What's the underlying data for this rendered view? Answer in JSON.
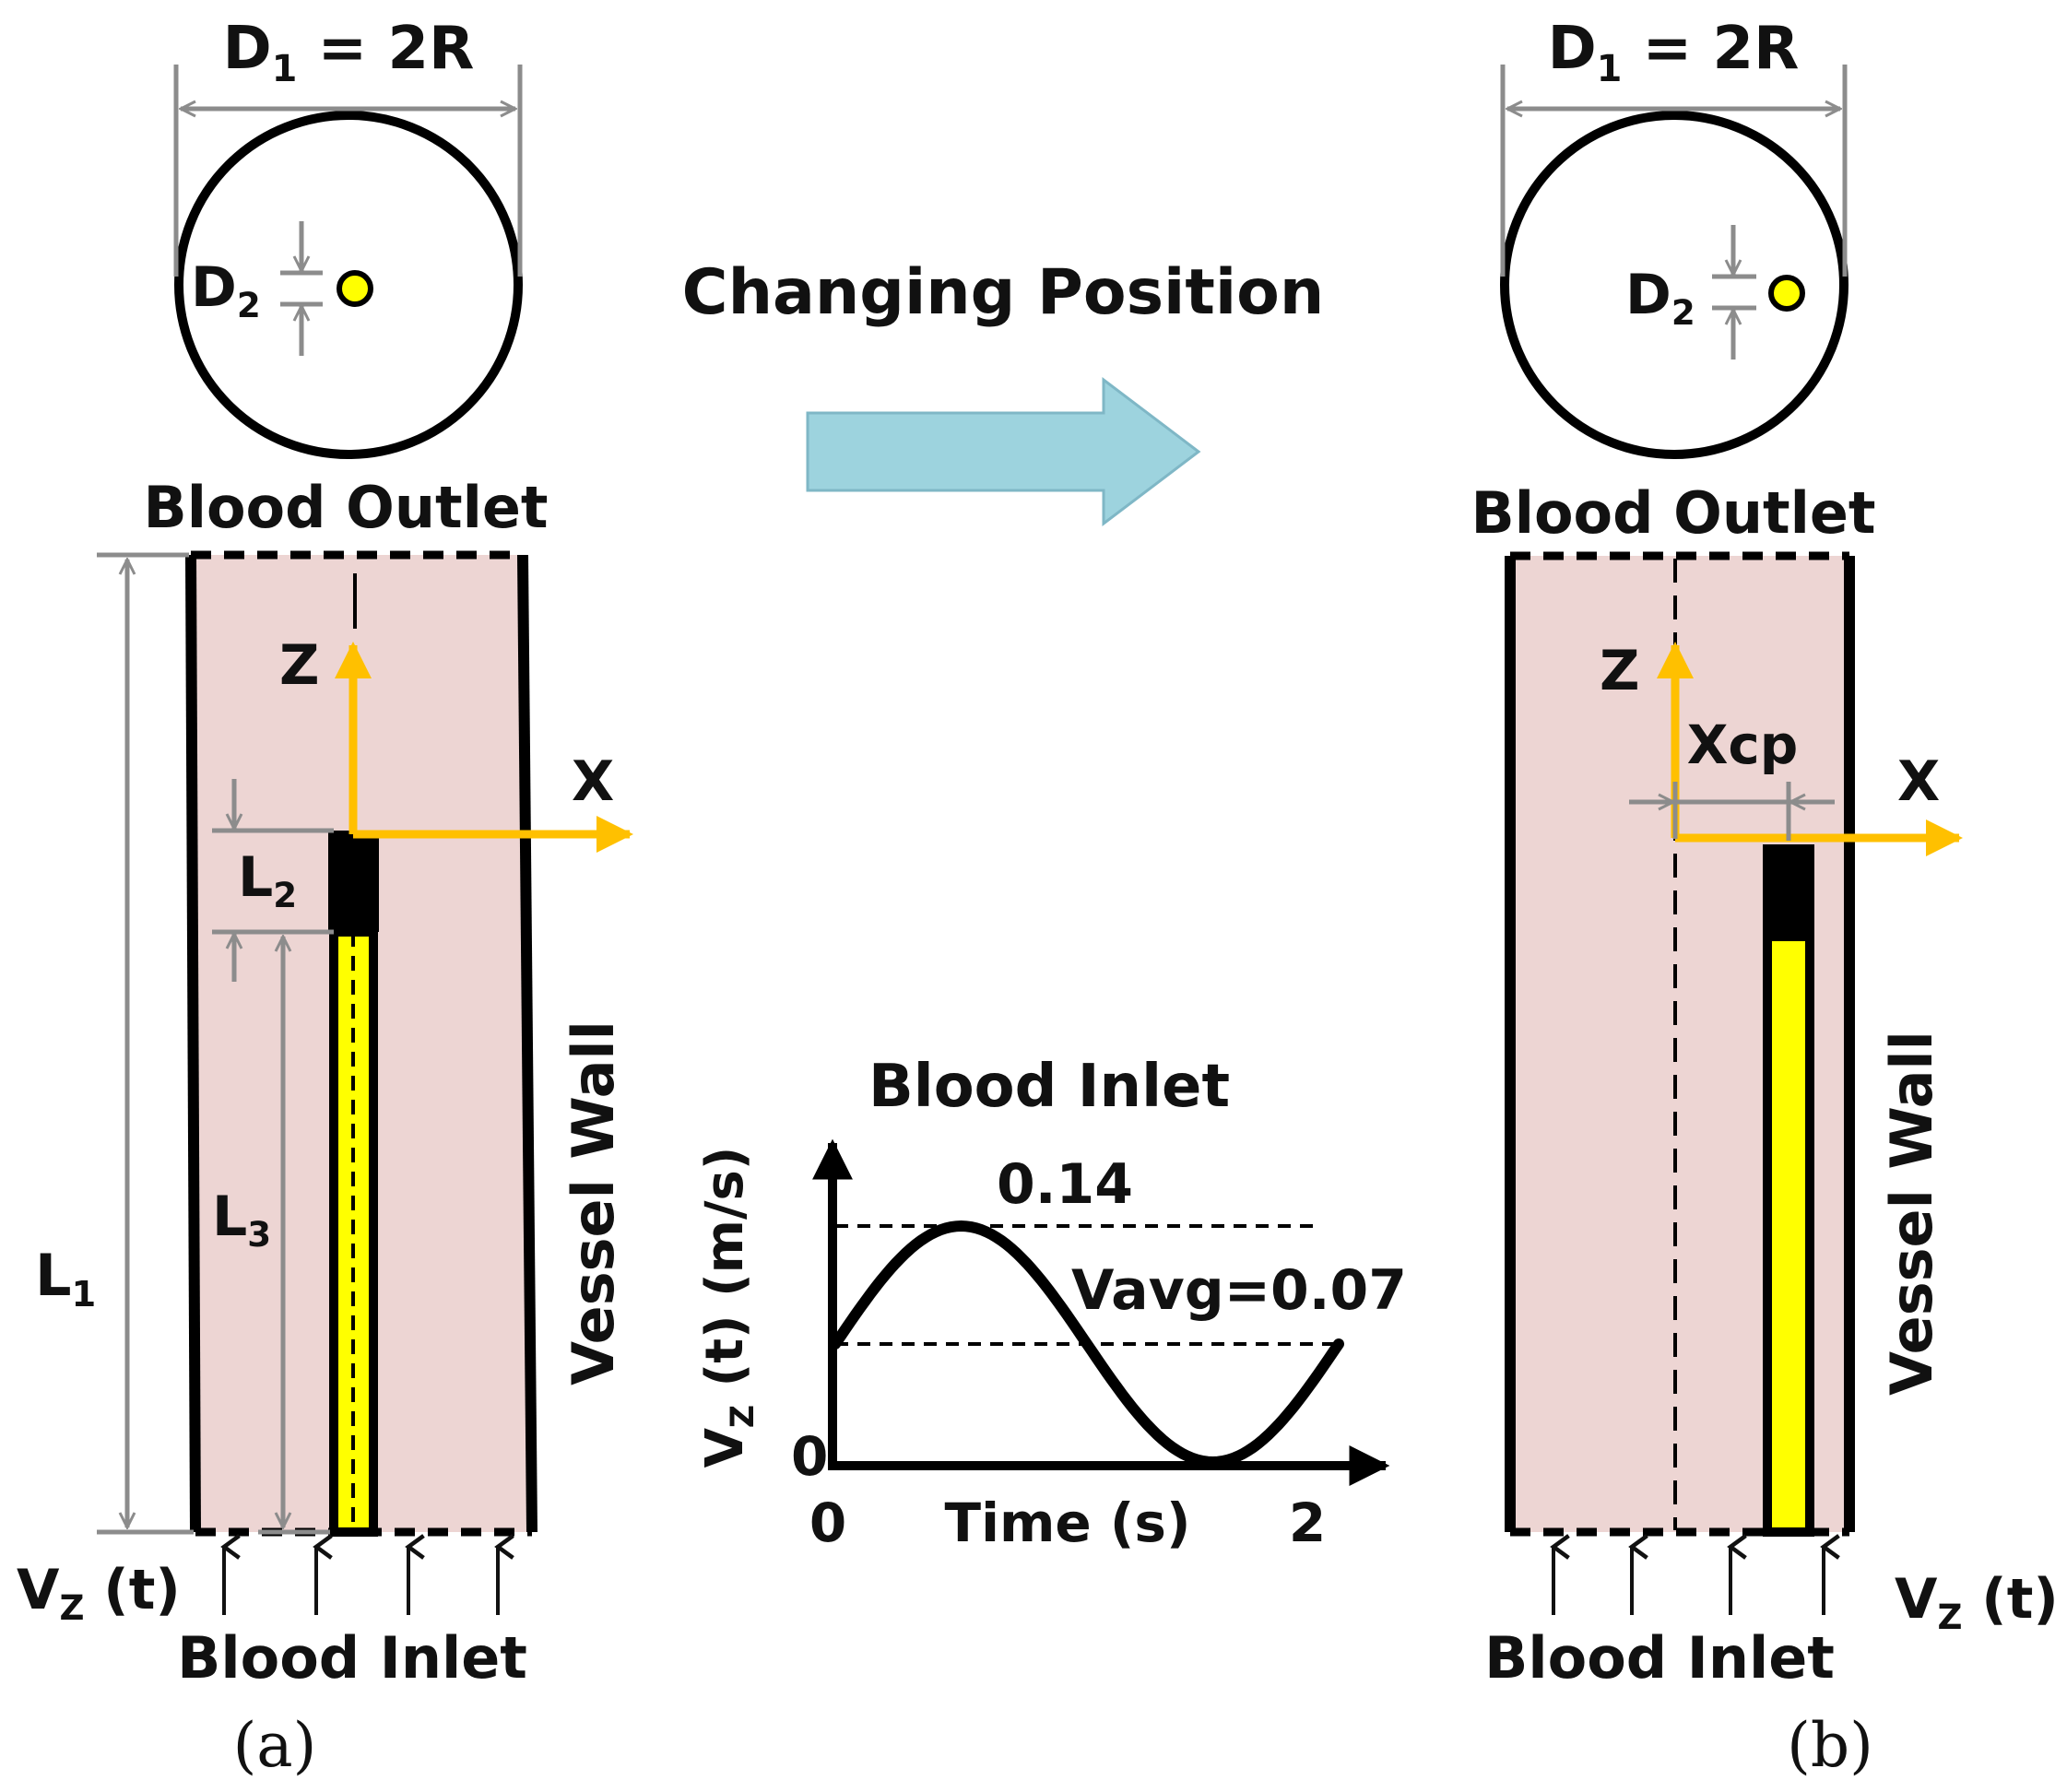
{
  "colors": {
    "vessel_fill": "#EDD5D3",
    "wall": "#000000",
    "dimension": "#8C8C8C",
    "axis": "#FFC000",
    "wire": "#FFFF00",
    "arrow_fill": "#9DD3DE",
    "arrow_stroke": "#7FB7C6"
  },
  "header": {
    "arrow_label": "Changing Position"
  },
  "panel_a": {
    "caption": "(a)",
    "top_label": "Blood Outlet",
    "bottom_label": "Blood Inlet",
    "wall_label": "Vessel Wall",
    "inlet_velocity": {
      "base": "V",
      "sub": "Z",
      "rest": " (t)"
    },
    "diameter_label": {
      "d": "D",
      "sub": "1",
      "rest": " = 2R"
    },
    "d2_label": {
      "d": "D",
      "sub": "2"
    },
    "l1_label": {
      "d": "L",
      "sub": "1"
    },
    "l2_label": {
      "d": "L",
      "sub": "2"
    },
    "l3_label": {
      "d": "L",
      "sub": "3"
    },
    "axis_z": "Z",
    "axis_x": "X"
  },
  "panel_b": {
    "caption": "(b)",
    "top_label": "Blood Outlet",
    "bottom_label": "Blood Inlet",
    "wall_label": "Vessel Wall",
    "inlet_velocity": {
      "base": "V",
      "sub": "Z",
      "rest": " (t)"
    },
    "diameter_label": {
      "d": "D",
      "sub": "1",
      "rest": " = 2R"
    },
    "d2_label": {
      "d": "D",
      "sub": "2"
    },
    "offset_label": "Xcp",
    "axis_z": "Z",
    "axis_x": "X"
  },
  "inlet_plot": {
    "title": "Blood Inlet",
    "ylabel": {
      "base": "V",
      "sub": "Z",
      "rest": " (t) (m/s)"
    },
    "xlabel": "Time (s)",
    "x_tick_start": "0",
    "x_tick_end": "2",
    "y_tick_zero": "0",
    "peak_label": "0.14",
    "avg_label": "Vavg=0.07"
  }
}
